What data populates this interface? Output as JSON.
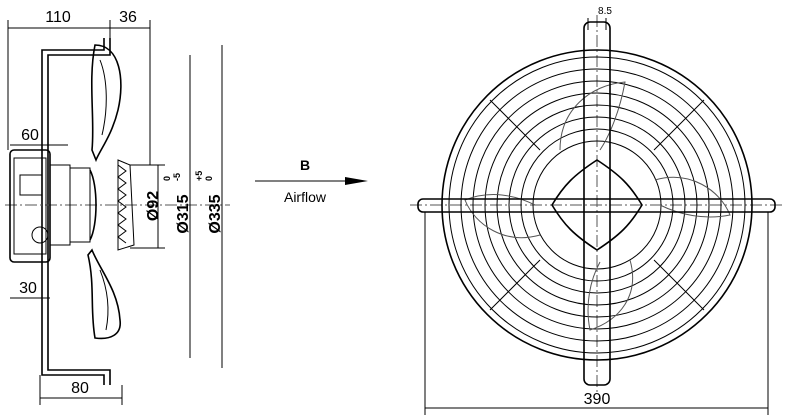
{
  "side_view": {
    "dims": {
      "d110": "110",
      "d36": "36",
      "d60": "60",
      "d30": "30",
      "d80": "80",
      "hub_dia": "Ø92",
      "guard_dia": "Ø315",
      "guard_tol_upper": "0",
      "guard_tol_lower": "-5",
      "outer_dia": "Ø335",
      "outer_tol_upper": "+5",
      "outer_tol_lower": "0"
    }
  },
  "airflow": {
    "direction_label": "B",
    "label": "Airflow"
  },
  "front_view": {
    "dims": {
      "bar_width": "8.5",
      "overall_width": "390"
    }
  }
}
